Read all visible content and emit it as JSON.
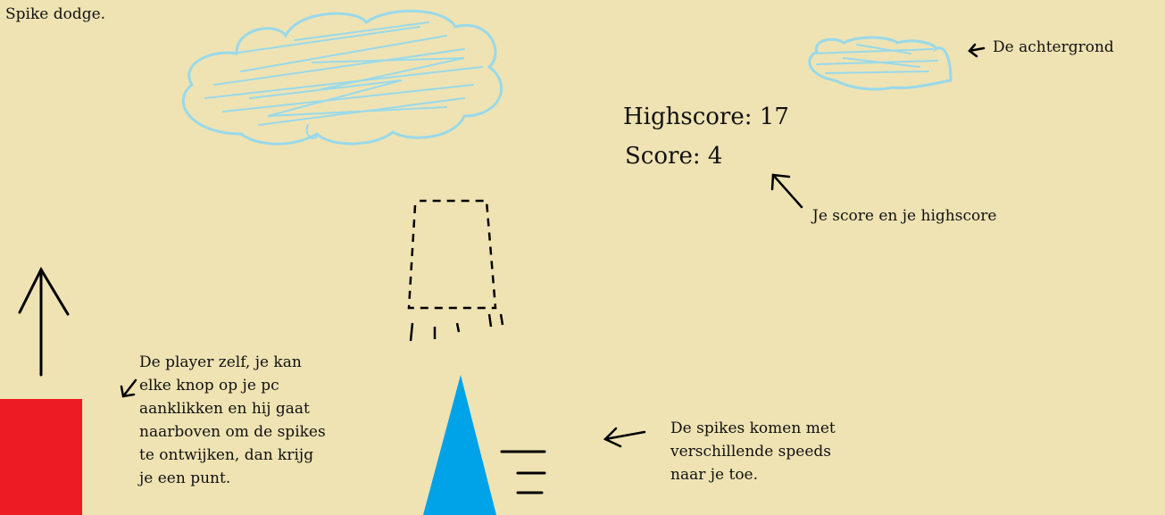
{
  "game": {
    "title": "Spike dodge.",
    "highscore_label": "Highscore: 17",
    "score_label": "Score: 4",
    "highscore": 17,
    "score": 4
  },
  "annotations": {
    "background": "De achtergrond",
    "score": "Je score en je highscore",
    "player": "De player zelf, je kan\nelke knop op je pc\naanklikken en hij gaat\nnaarboven om de spikes\nte ontwijken, dan krijg\nje een punt.",
    "spikes": "De spikes komen met\nverschillende speeds\nnaar je toe."
  },
  "colors": {
    "background": "#efe3b3",
    "player": "#ec1c24",
    "spike": "#00a2e8",
    "cloud": "#99d9ea"
  },
  "icons": [
    "cloud-icon",
    "up-arrow-icon",
    "pointer-arrow-icon",
    "speed-lines-icon"
  ]
}
